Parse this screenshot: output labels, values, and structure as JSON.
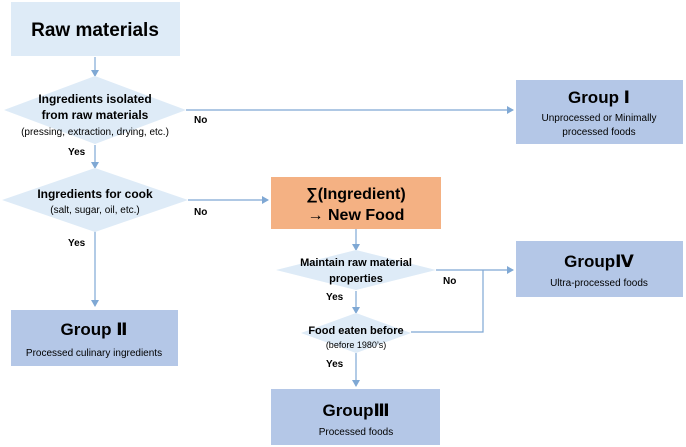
{
  "nodes": {
    "raw_materials": {
      "title": "Raw materials"
    },
    "decision_isolated": {
      "line1": "Ingredients isolated",
      "line2": "from raw materials",
      "line3": "(pressing, extraction, drying, etc.)"
    },
    "group1": {
      "title": "Group Ⅰ",
      "line1": "Unprocessed or Minimally",
      "line2": "processed foods"
    },
    "decision_cook": {
      "line1": "Ingredients for cook",
      "line2": "(salt, sugar, oil, etc.)"
    },
    "new_food": {
      "line1": "∑(Ingredient)",
      "line2": "→ New Food"
    },
    "decision_maintain": {
      "line1": "Maintain raw material",
      "line2": "properties"
    },
    "group4": {
      "title": "GroupⅣ",
      "line1": "Ultra-processed foods"
    },
    "group2": {
      "title": "Group Ⅱ",
      "line1": "Processed culinary ingredients"
    },
    "decision_eaten": {
      "line1": "Food eaten before",
      "line2": "(before 1980’s)"
    },
    "group3": {
      "title": "GroupⅢ",
      "line1": "Processed foods"
    }
  },
  "edge_labels": {
    "isolated_no": "No",
    "isolated_yes": "Yes",
    "cook_no": "No",
    "cook_yes": "Yes",
    "maintain_yes": "Yes",
    "maintain_no": "No",
    "eaten_yes": "Yes"
  },
  "colors": {
    "light_box": "#deebf7",
    "group_box": "#b4c7e7",
    "new_food_box": "#f4b183",
    "connector": "#7fa8d4",
    "text": "#000000"
  }
}
